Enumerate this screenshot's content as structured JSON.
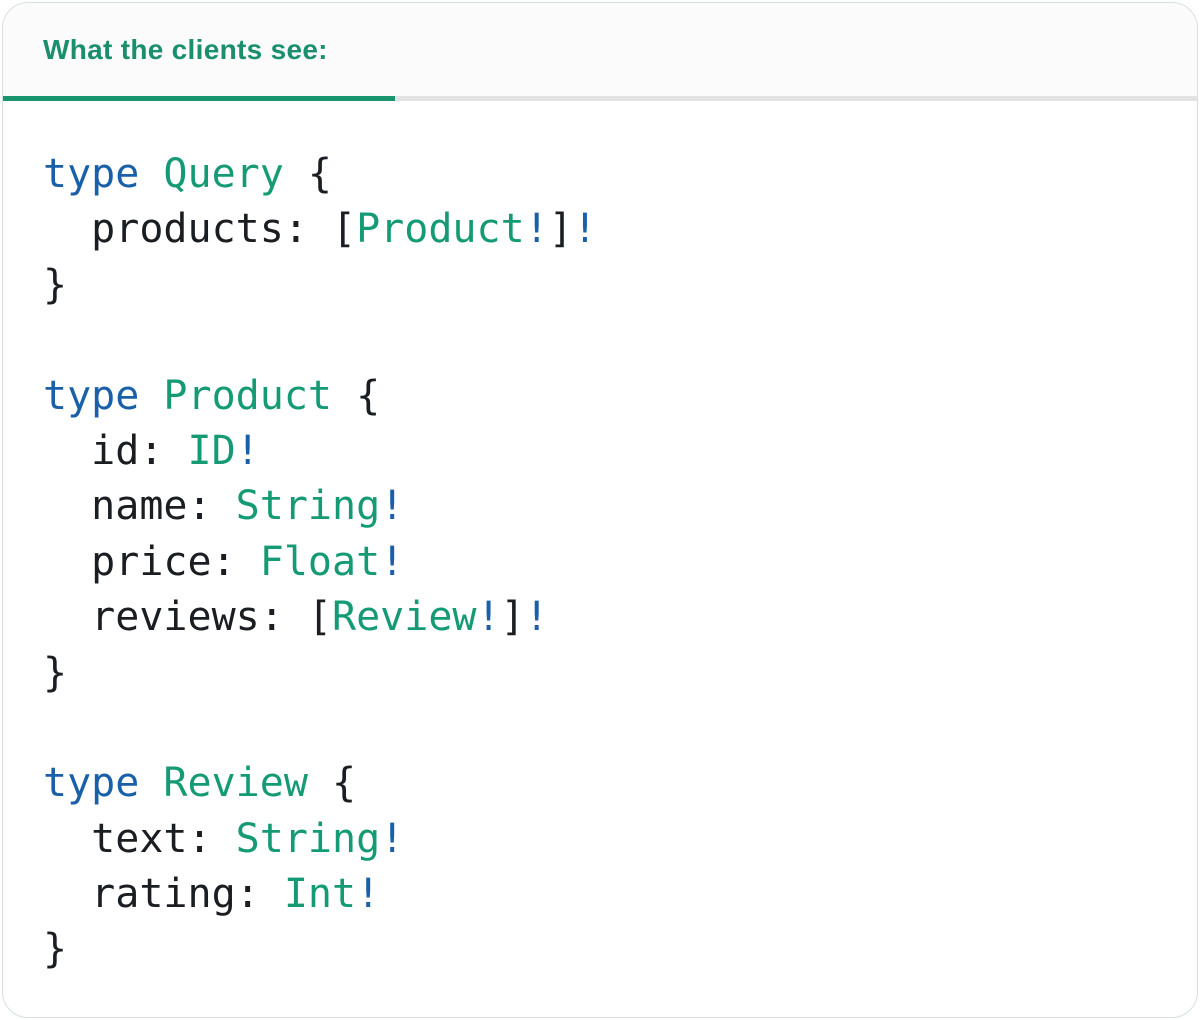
{
  "header": {
    "tab_label": "What the clients see:"
  },
  "colors": {
    "header_text": "#1b8f6d",
    "tab_active": "#18946f",
    "tab_track": "#e3e3e3",
    "card_border": "#d4e2d7",
    "header_bg": "#fbfbfb",
    "body_bg": "#ffffff",
    "token": {
      "keyword": "#1a60a8",
      "type": "#149b75",
      "plain": "#1a1d21",
      "bang": "#1a60a8"
    }
  },
  "code": {
    "language": "graphql",
    "lines": [
      {
        "tokens": [
          {
            "t": "keyword",
            "v": "type "
          },
          {
            "t": "type",
            "v": "Query"
          },
          {
            "t": "plain",
            "v": " {"
          }
        ]
      },
      {
        "tokens": [
          {
            "t": "plain",
            "v": "  products: ["
          },
          {
            "t": "type",
            "v": "Product"
          },
          {
            "t": "bang",
            "v": "!"
          },
          {
            "t": "plain",
            "v": "]"
          },
          {
            "t": "bang",
            "v": "!"
          }
        ]
      },
      {
        "tokens": [
          {
            "t": "plain",
            "v": "}"
          }
        ]
      },
      {
        "tokens": []
      },
      {
        "tokens": [
          {
            "t": "keyword",
            "v": "type "
          },
          {
            "t": "type",
            "v": "Product"
          },
          {
            "t": "plain",
            "v": " {"
          }
        ]
      },
      {
        "tokens": [
          {
            "t": "plain",
            "v": "  id: "
          },
          {
            "t": "type",
            "v": "ID"
          },
          {
            "t": "bang",
            "v": "!"
          }
        ]
      },
      {
        "tokens": [
          {
            "t": "plain",
            "v": "  name: "
          },
          {
            "t": "type",
            "v": "String"
          },
          {
            "t": "bang",
            "v": "!"
          }
        ]
      },
      {
        "tokens": [
          {
            "t": "plain",
            "v": "  price: "
          },
          {
            "t": "type",
            "v": "Float"
          },
          {
            "t": "bang",
            "v": "!"
          }
        ]
      },
      {
        "tokens": [
          {
            "t": "plain",
            "v": "  reviews: ["
          },
          {
            "t": "type",
            "v": "Review"
          },
          {
            "t": "bang",
            "v": "!"
          },
          {
            "t": "plain",
            "v": "]"
          },
          {
            "t": "bang",
            "v": "!"
          }
        ]
      },
      {
        "tokens": [
          {
            "t": "plain",
            "v": "}"
          }
        ]
      },
      {
        "tokens": []
      },
      {
        "tokens": [
          {
            "t": "keyword",
            "v": "type "
          },
          {
            "t": "type",
            "v": "Review"
          },
          {
            "t": "plain",
            "v": " {"
          }
        ]
      },
      {
        "tokens": [
          {
            "t": "plain",
            "v": "  text: "
          },
          {
            "t": "type",
            "v": "String"
          },
          {
            "t": "bang",
            "v": "!"
          }
        ]
      },
      {
        "tokens": [
          {
            "t": "plain",
            "v": "  rating: "
          },
          {
            "t": "type",
            "v": "Int"
          },
          {
            "t": "bang",
            "v": "!"
          }
        ]
      },
      {
        "tokens": [
          {
            "t": "plain",
            "v": "}"
          }
        ]
      }
    ]
  }
}
